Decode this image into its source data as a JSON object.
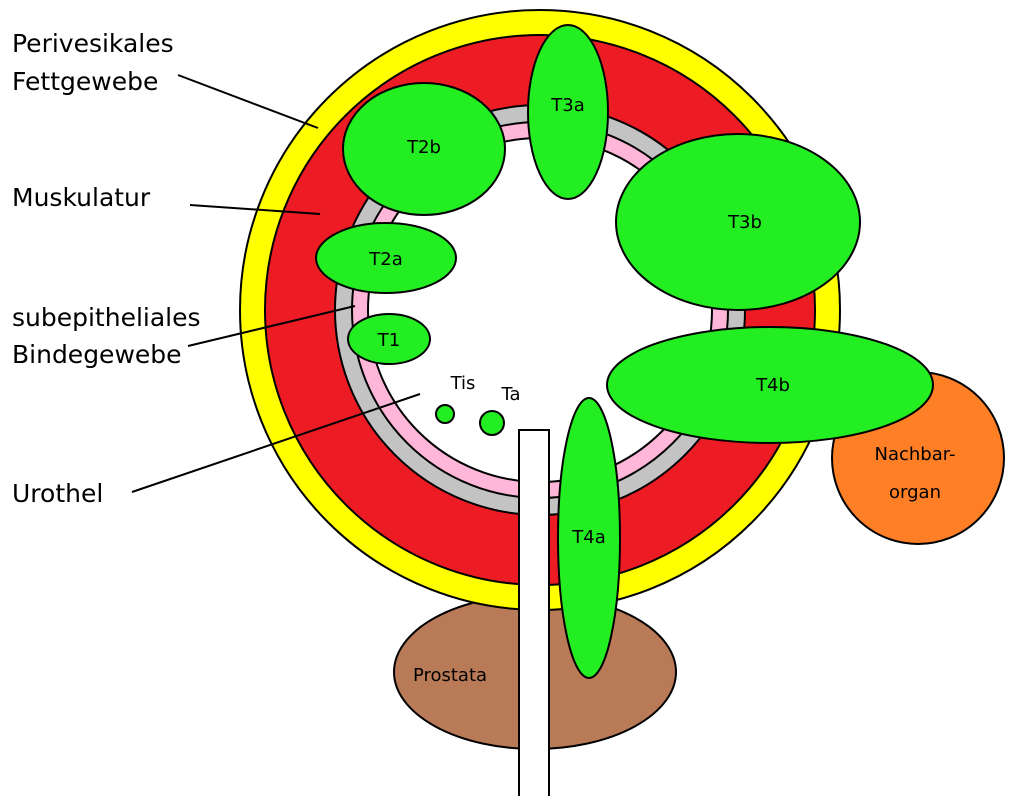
{
  "labels": {
    "perivesical_line1": "Perivesikales",
    "perivesical_line2": "Fettgewebe",
    "muscle": "Muskulatur",
    "subepithelial_line1": "subepitheliales",
    "subepithelial_line2": "Bindegewebe",
    "urothelium": "Urothel"
  },
  "stages": {
    "t3a": "T3a",
    "t2b": "T2b",
    "t3b": "T3b",
    "t2a": "T2a",
    "t1": "T1",
    "tis": "Tis",
    "ta": "Ta",
    "t4b": "T4b",
    "t4a": "T4a"
  },
  "organs": {
    "neighbor_line1": "Nachbar-",
    "neighbor_line2": "organ",
    "prostate": "Prostata"
  },
  "colors": {
    "perivesical_fat": "#ffff00",
    "muscle": "#ed1c24",
    "subepithelial": "#c3c3c3",
    "urothelium": "#ffb6d9",
    "tumor": "#22ee22",
    "neighbor_organ": "#ff7f27",
    "prostate": "#b97a57"
  }
}
